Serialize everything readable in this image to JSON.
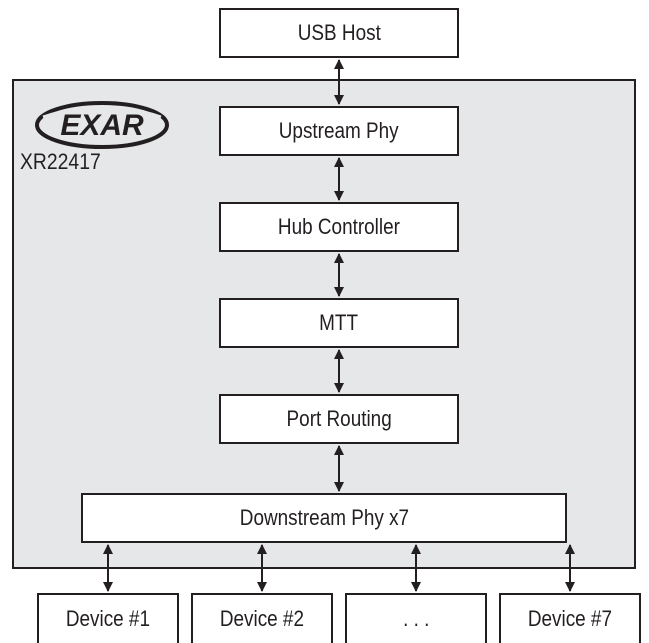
{
  "diagram": {
    "usb_host": "USB Host",
    "chip": {
      "logo_text": "EXAR",
      "part_number": "XR22417",
      "blocks": {
        "upstream_phy": "Upstream Phy",
        "hub_controller": "Hub Controller",
        "mtt": "MTT",
        "port_routing": "Port Routing",
        "downstream_phy": "Downstream Phy x7"
      }
    },
    "devices": [
      "Device #1",
      "Device #2",
      ". . .",
      "Device #7"
    ]
  },
  "colors": {
    "chip_fill": "#e6e7e8",
    "stroke": "#231f20",
    "box_fill": "#ffffff"
  }
}
